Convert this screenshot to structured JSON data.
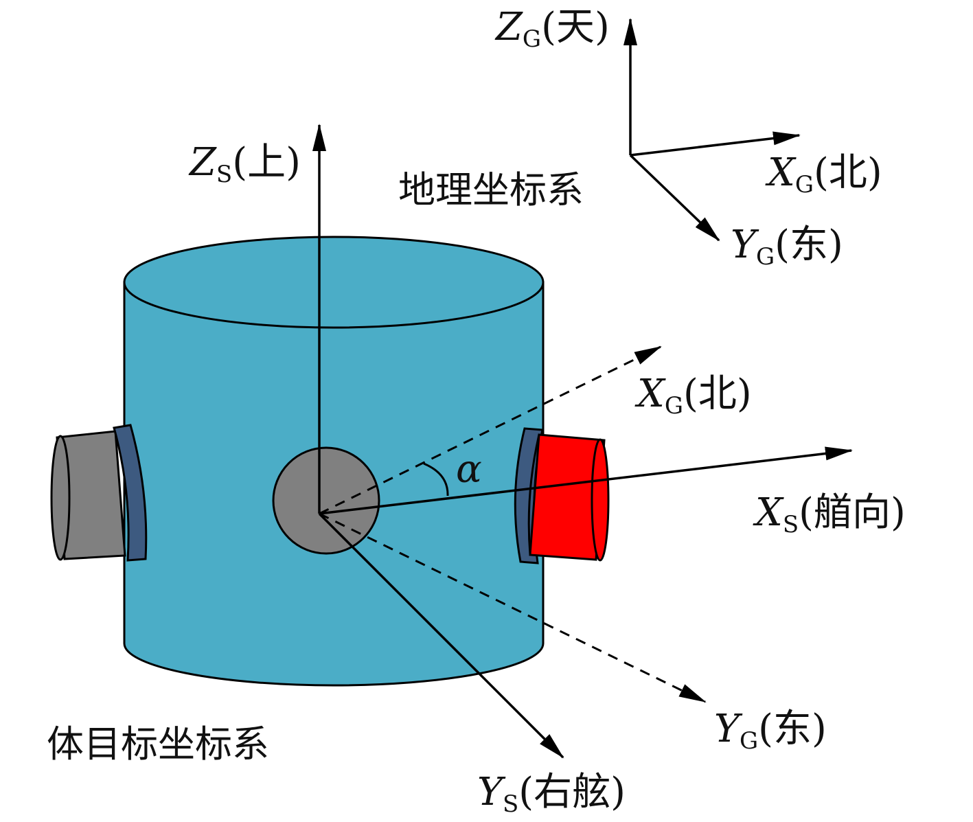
{
  "colors": {
    "body": "#4badc7",
    "gray": "#808080",
    "red": "#ff0000",
    "flange": "#3d5a80",
    "line": "#000000"
  },
  "geo_frame": {
    "title": "地理坐标系",
    "z_axis": {
      "var": "Z",
      "sub": "G",
      "dir": "(天)"
    },
    "x_axis": {
      "var": "X",
      "sub": "G",
      "dir": "(北)"
    },
    "y_axis": {
      "var": "Y",
      "sub": "G",
      "dir": "(东)"
    }
  },
  "body_frame": {
    "title": "体目标坐标系",
    "z_axis": {
      "var": "Z",
      "sub": "S",
      "dir": "(上)"
    },
    "x_axis": {
      "var": "X",
      "sub": "S",
      "dir": "(艏向)"
    },
    "y_axis": {
      "var": "Y",
      "sub": "S",
      "dir": "(右舷)"
    },
    "xg_projected": {
      "var": "X",
      "sub": "G",
      "dir": "(北)"
    },
    "yg_projected": {
      "var": "Y",
      "sub": "G",
      "dir": "(东)"
    },
    "angle": "α"
  }
}
